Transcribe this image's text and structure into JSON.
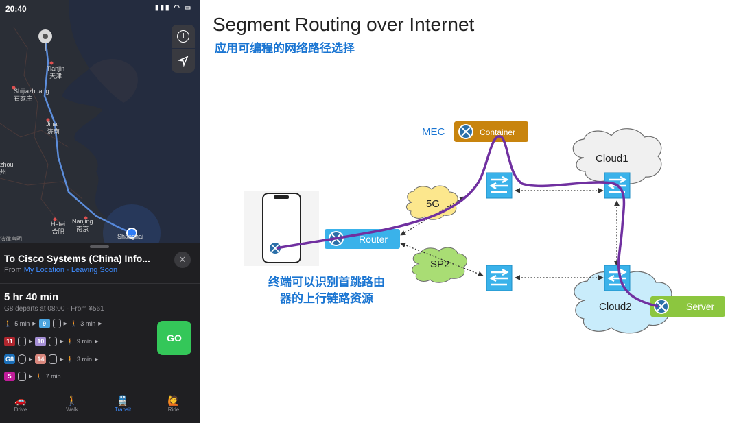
{
  "phone": {
    "status_time": "20:40",
    "map_labels": {
      "tianjin_en": "Tianjin",
      "tianjin_zh": "天津",
      "shijiazhuang_en": "Shijiazhuang",
      "shijiazhuang_zh": "石家庄",
      "jinan_en": "Jinan",
      "jinan_zh": "济南",
      "zhou_en": "zhou",
      "zhou_zh": "州",
      "hefei_en": "Hefei",
      "hefei_zh": "合肥",
      "nanjing_en": "Nanjing",
      "nanjing_zh": "南京",
      "shanghai": "Shanghai",
      "legal": "法律声明"
    },
    "sheet": {
      "title": "To Cisco Systems (China) Info...",
      "from_label": "From",
      "from_value": "My Location",
      "leaving": "Leaving Soon",
      "duration": "5 hr 40 min",
      "departs": "G8 departs at 08:00 · From ¥561",
      "go_label": "GO",
      "rows": [
        {
          "walk1": "5 min",
          "line": "9",
          "walk2": "3 min"
        },
        {
          "line1": "11",
          "line2": "10",
          "walk": "9 min"
        },
        {
          "line1": "G8",
          "line2": "14",
          "walk": "3 min"
        },
        {
          "line1": "5",
          "walk": "7 min"
        }
      ],
      "line_colors": {
        "9": "#4aa3df",
        "11": "#b0262e",
        "10": "#a58fd6",
        "G8": "#1b6fb8",
        "14": "#d9877d",
        "5": "#c11d9a"
      }
    },
    "tabs": [
      {
        "label": "Drive",
        "icon": "car-icon"
      },
      {
        "label": "Walk",
        "icon": "walk-icon"
      },
      {
        "label": "Transit",
        "icon": "train-icon"
      },
      {
        "label": "Ride",
        "icon": "ride-icon"
      }
    ]
  },
  "slide": {
    "title": "Segment Routing over Internet",
    "subtitle": "应用可编程的网络路径选择",
    "mec_label": "MEC",
    "container_label": "Container",
    "cloud1_label": "Cloud1",
    "cloud2_label": "Cloud2",
    "fiveg_label": "5G",
    "sp2_label": "SP2",
    "router_label": "Router",
    "server_label": "Server",
    "caption": "终端可以识别首跳路由器的上行链路资源",
    "colors": {
      "title_blue": "#1a75d2",
      "path_purple": "#7030a0",
      "router_blue": "#3ab2ea",
      "container_orange": "#c8840e",
      "server_green": "#8cc63f"
    }
  }
}
